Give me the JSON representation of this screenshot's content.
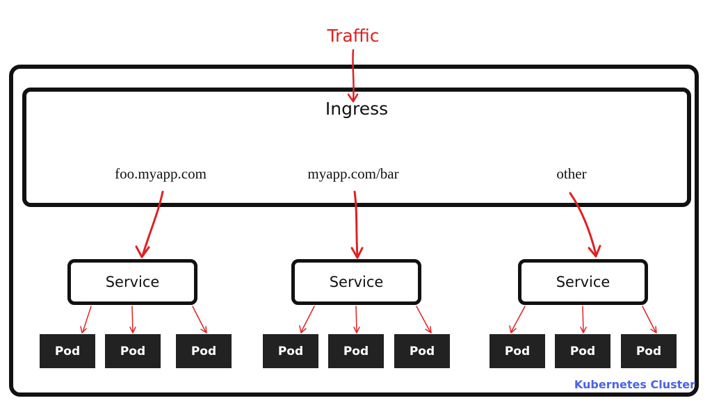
{
  "traffic": {
    "label": "Traffic",
    "color": "#e02020"
  },
  "ingress": {
    "title": "Ingress",
    "rules": [
      "foo.myapp.com",
      "myapp.com/bar",
      "other"
    ]
  },
  "services": [
    {
      "label": "Service",
      "pods": [
        "Pod",
        "Pod",
        "Pod"
      ]
    },
    {
      "label": "Service",
      "pods": [
        "Pod",
        "Pod",
        "Pod"
      ]
    },
    {
      "label": "Service",
      "pods": [
        "Pod",
        "Pod",
        "Pod"
      ]
    }
  ],
  "cluster": {
    "label": "Kubernetes Cluster",
    "label_color": "#4a63e8"
  },
  "colors": {
    "border": "#111111",
    "pod_fill": "#222222",
    "arrow": "#e02020"
  }
}
